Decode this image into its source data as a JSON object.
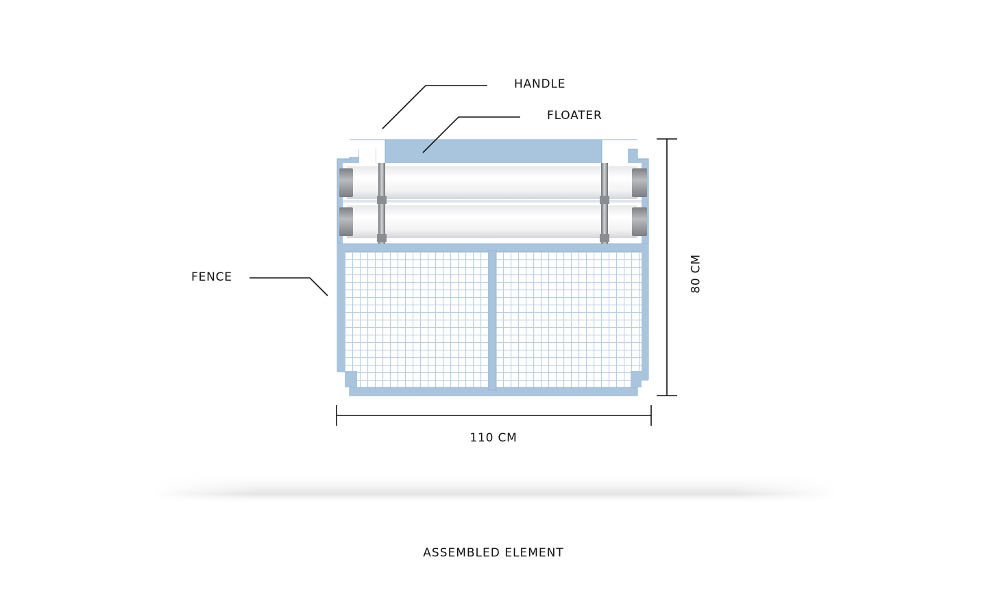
{
  "diagram": {
    "labels": {
      "handle": "HANDLE",
      "floater": "FLOATER",
      "fence": "FENCE"
    },
    "dimensions": {
      "width": "110 CM",
      "height": "80 CM"
    },
    "caption": "ASSEMBLED ELEMENT"
  },
  "colors": {
    "frame": "#a9c5de",
    "frame_stroke": "#8eafcc",
    "mesh": "#b9cfe3",
    "floater": "#f3f3f4",
    "floater_shade": "#dcdde0",
    "end_cap": "#9c9ea2",
    "clamp": "#8c8f94",
    "line": "#111111"
  }
}
